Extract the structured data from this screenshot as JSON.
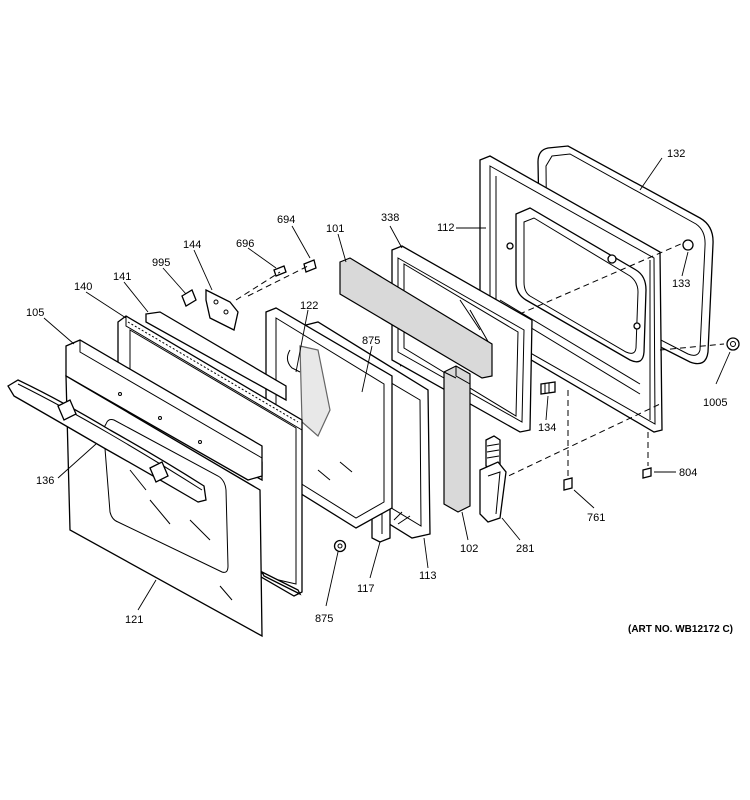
{
  "diagram": {
    "art_number": "(ART NO. WB12172 C)",
    "labels": {
      "l132": "132",
      "l112": "112",
      "l338": "338",
      "l101": "101",
      "l694": "694",
      "l696": "696",
      "l144": "144",
      "l995": "995",
      "l141": "141",
      "l140": "140",
      "l105": "105",
      "l122": "122",
      "l875a": "875",
      "l133": "133",
      "l1005": "1005",
      "l134": "134",
      "l804": "804",
      "l761": "761",
      "l281": "281",
      "l102": "102",
      "l113": "113",
      "l117": "117",
      "l875b": "875",
      "l121": "121",
      "l136": "136"
    }
  }
}
